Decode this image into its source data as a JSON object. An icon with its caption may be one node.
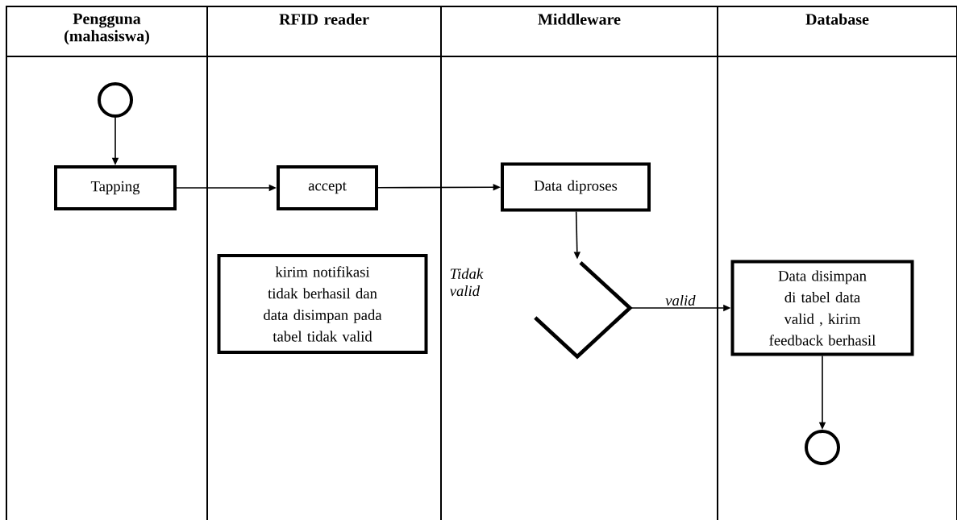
{
  "diagram": {
    "nodes": [
      {
        "text": [
          "Pengguna (mahasiswa)"
        ]
      },
      {
        "text": [
          "RFID reader"
        ]
      },
      {
        "text": [
          "Middleware"
        ]
      },
      {
        "text": [
          "Database"
        ]
      },
      {
        "text": [],
        "shape": "circle",
        "in": 0
      },
      {
        "text": [
          "Tapping"
        ],
        "in": 0
      },
      {
        "text": [
          "accept"
        ],
        "in": 1
      },
      {
        "text": [
          "Data diproses"
        ],
        "in": 2
      },
      {
        "text": [
          "kirim notifikasi tidak berhasil dan data disimpan pada tabel tidak valid"
        ],
        "in": 1
      },
      {
        "text": [],
        "shape": "diamond",
        "in": 2
      },
      {
        "text": [
          "Data disimpan di tabel data valid , kirim feedback berhasil"
        ],
        "in": 3
      },
      {
        "text": [],
        "shape": "circle",
        "in": 3
      }
    ],
    "edges": [
      {
        "from": 4,
        "to": 5,
        "arrow": "to"
      },
      {
        "from": 5,
        "to": 6,
        "arrow": "to"
      },
      {
        "from": 6,
        "to": 7,
        "arrow": "to"
      },
      {
        "from": 7,
        "to": 9,
        "arrow": "to"
      },
      {
        "from": 9,
        "to": 10,
        "arrow": "to",
        "label": "valid"
      },
      {
        "from": 10,
        "to": 11,
        "arrow": "to"
      }
    ],
    "labels": [
      "Tidak valid"
    ]
  }
}
